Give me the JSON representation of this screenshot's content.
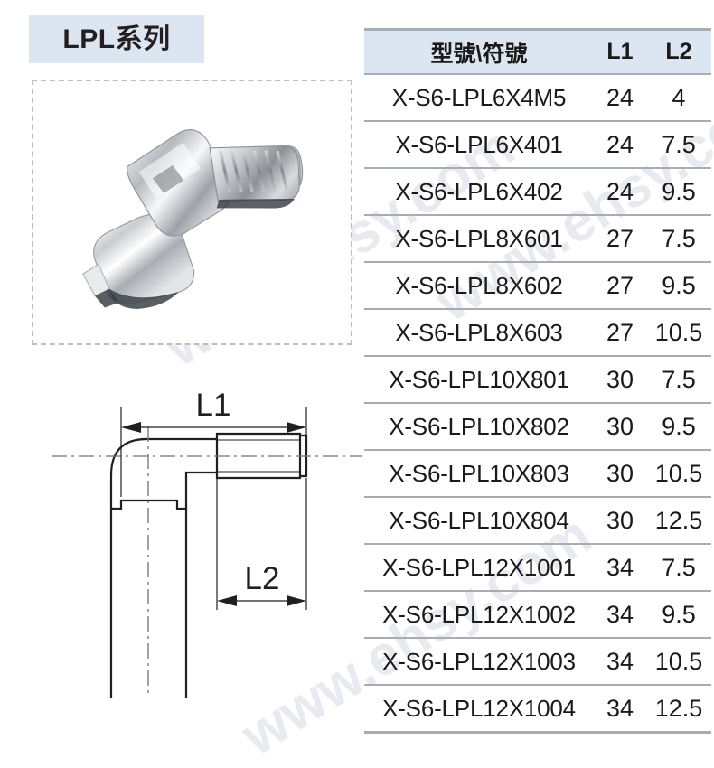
{
  "series": {
    "title": "LPL系列",
    "badge_color": "#dce6f2"
  },
  "photo": {
    "alt_name": "elbow-push-in-fitting-photo",
    "border_style": "dashed",
    "border_color": "#b9bdc4"
  },
  "drawing": {
    "dimension_labels": {
      "l1": "L1",
      "l2": "L2"
    },
    "line_color": "#231f20"
  },
  "watermark": {
    "text": "www.ehsy.com",
    "color": "#e8eaef"
  },
  "table": {
    "headers": [
      "型號\\符號",
      "L1",
      "L2"
    ],
    "rows": [
      {
        "model": "X-S6-LPL6X4M5",
        "l1": "24",
        "l2": "4"
      },
      {
        "model": "X-S6-LPL6X401",
        "l1": "24",
        "l2": "7.5"
      },
      {
        "model": "X-S6-LPL6X402",
        "l1": "24",
        "l2": "9.5"
      },
      {
        "model": "X-S6-LPL8X601",
        "l1": "27",
        "l2": "7.5"
      },
      {
        "model": "X-S6-LPL8X602",
        "l1": "27",
        "l2": "9.5"
      },
      {
        "model": "X-S6-LPL8X603",
        "l1": "27",
        "l2": "10.5"
      },
      {
        "model": "X-S6-LPL10X801",
        "l1": "30",
        "l2": "7.5"
      },
      {
        "model": "X-S6-LPL10X802",
        "l1": "30",
        "l2": "9.5"
      },
      {
        "model": "X-S6-LPL10X803",
        "l1": "30",
        "l2": "10.5"
      },
      {
        "model": "X-S6-LPL10X804",
        "l1": "30",
        "l2": "12.5"
      },
      {
        "model": "X-S6-LPL12X1001",
        "l1": "34",
        "l2": "7.5"
      },
      {
        "model": "X-S6-LPL12X1002",
        "l1": "34",
        "l2": "9.5"
      },
      {
        "model": "X-S6-LPL12X1003",
        "l1": "34",
        "l2": "10.5"
      },
      {
        "model": "X-S6-LPL12X1004",
        "l1": "34",
        "l2": "12.5"
      }
    ]
  }
}
